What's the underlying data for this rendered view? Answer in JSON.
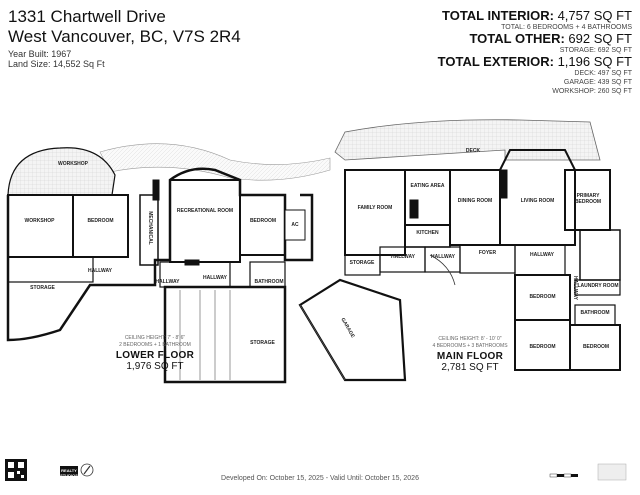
{
  "property": {
    "address_line1": "1331 Chartwell Drive",
    "address_line2": "West Vancouver, BC, V7S 2R4",
    "year_built": "Year Built: 1967",
    "land_size": "Land Size: 14,552 Sq Ft"
  },
  "totals": {
    "interior_label": "TOTAL INTERIOR:",
    "interior_value": "4,757 SQ FT",
    "interior_detail": "TOTAL: 6 BEDROOMS + 4 BATHROOMS",
    "other_label": "TOTAL OTHER:",
    "other_value": "692 SQ FT",
    "other_detail": "STORAGE: 692 SQ FT",
    "exterior_label": "TOTAL EXTERIOR:",
    "exterior_value": "1,196 SQ FT",
    "exterior_deck": "DECK: 497 SQ FT",
    "exterior_garage": "GARAGE: 439 SQ FT",
    "exterior_workshop": "WORKSHOP: 260 SQ FT"
  },
  "lower_floor": {
    "ceiling": "CEILING HEIGHT: 7' - 8' 6\"",
    "summary": "2 BEDROOMS + 1 BATHROOM",
    "title": "LOWER FLOOR",
    "sqft": "1,976 SQ FT",
    "rooms": {
      "workshop_ext": "WORKSHOP",
      "workshop": "WORKSHOP",
      "bedroom1": "BEDROOM",
      "mechanical": "MECHANICAL",
      "recreational": "RECREATIONAL ROOM",
      "bedroom2": "BEDROOM",
      "ac": "AC",
      "hallway1": "HALLWAY",
      "hallway2": "HALLWAY",
      "hallway3": "HALLWAY",
      "bathroom": "BATHROOM",
      "storage1": "STORAGE",
      "storage2": "STORAGE"
    }
  },
  "main_floor": {
    "ceiling": "CEILING HEIGHT: 8' - 10' 0\"",
    "summary": "4 BEDROOMS + 3 BATHROOMS",
    "title": "MAIN FLOOR",
    "sqft": "2,781 SQ FT",
    "rooms": {
      "deck": "DECK",
      "eating": "EATING AREA",
      "family": "FAMILY ROOM",
      "dining": "DINING ROOM",
      "living": "LIVING ROOM",
      "primary": "PRIMARY BEDROOM",
      "kitchen": "KITCHEN",
      "storage": "STORAGE",
      "hallway1": "HALLWAY",
      "hallway2": "HALLWAY",
      "foyer": "FOYER",
      "hallway3": "HALLWAY",
      "hallway4": "HALLWAY",
      "laundry": "LAUNDRY ROOM",
      "bedroom1": "BEDROOM",
      "bedroom2": "BEDROOM",
      "bedroom3": "BEDROOM",
      "bathroom": "BATHROOM",
      "garage": "GARAGE"
    }
  },
  "footer": {
    "text": "Developed On: October 15, 2025 - Valid Until: October 15, 2026",
    "brand": "REALTY STUDIOS"
  }
}
